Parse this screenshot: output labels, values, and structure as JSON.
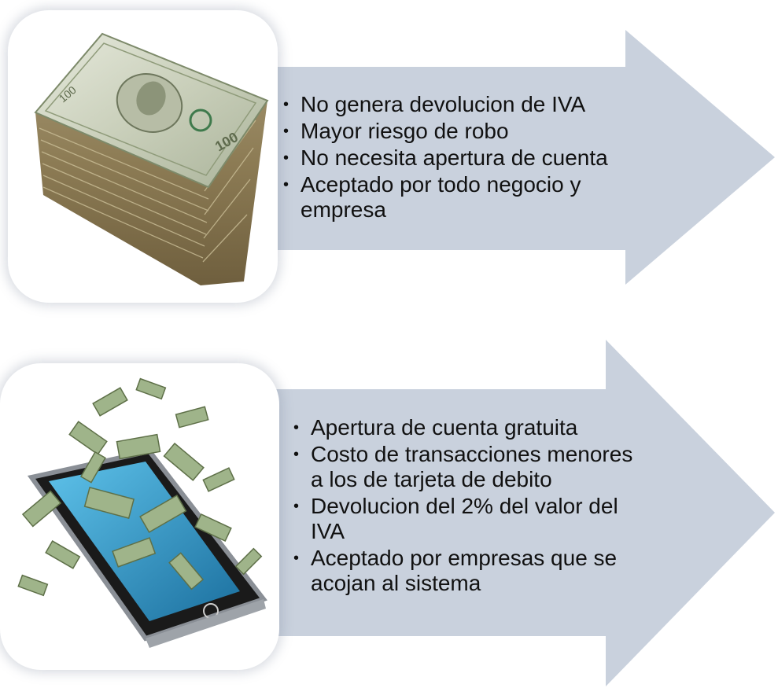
{
  "colors": {
    "arrow_fill": "#c9d1dd",
    "text": "#111111",
    "frame_shadow": "#8c96a8"
  },
  "panels": [
    {
      "image": "cash-stack",
      "bullets": [
        "No genera devolucion de IVA",
        "Mayor riesgo de robo",
        "No necesita apertura de cuenta",
        "Aceptado por todo negocio y empresa"
      ]
    },
    {
      "image": "smartphone-with-flying-bills",
      "bullets": [
        "Apertura de cuenta gratuita",
        "Costo de transacciones menores a los de tarjeta de debito",
        "Devolucion del 2% del valor del IVA",
        "Aceptado por empresas que se acojan al sistema"
      ]
    }
  ]
}
